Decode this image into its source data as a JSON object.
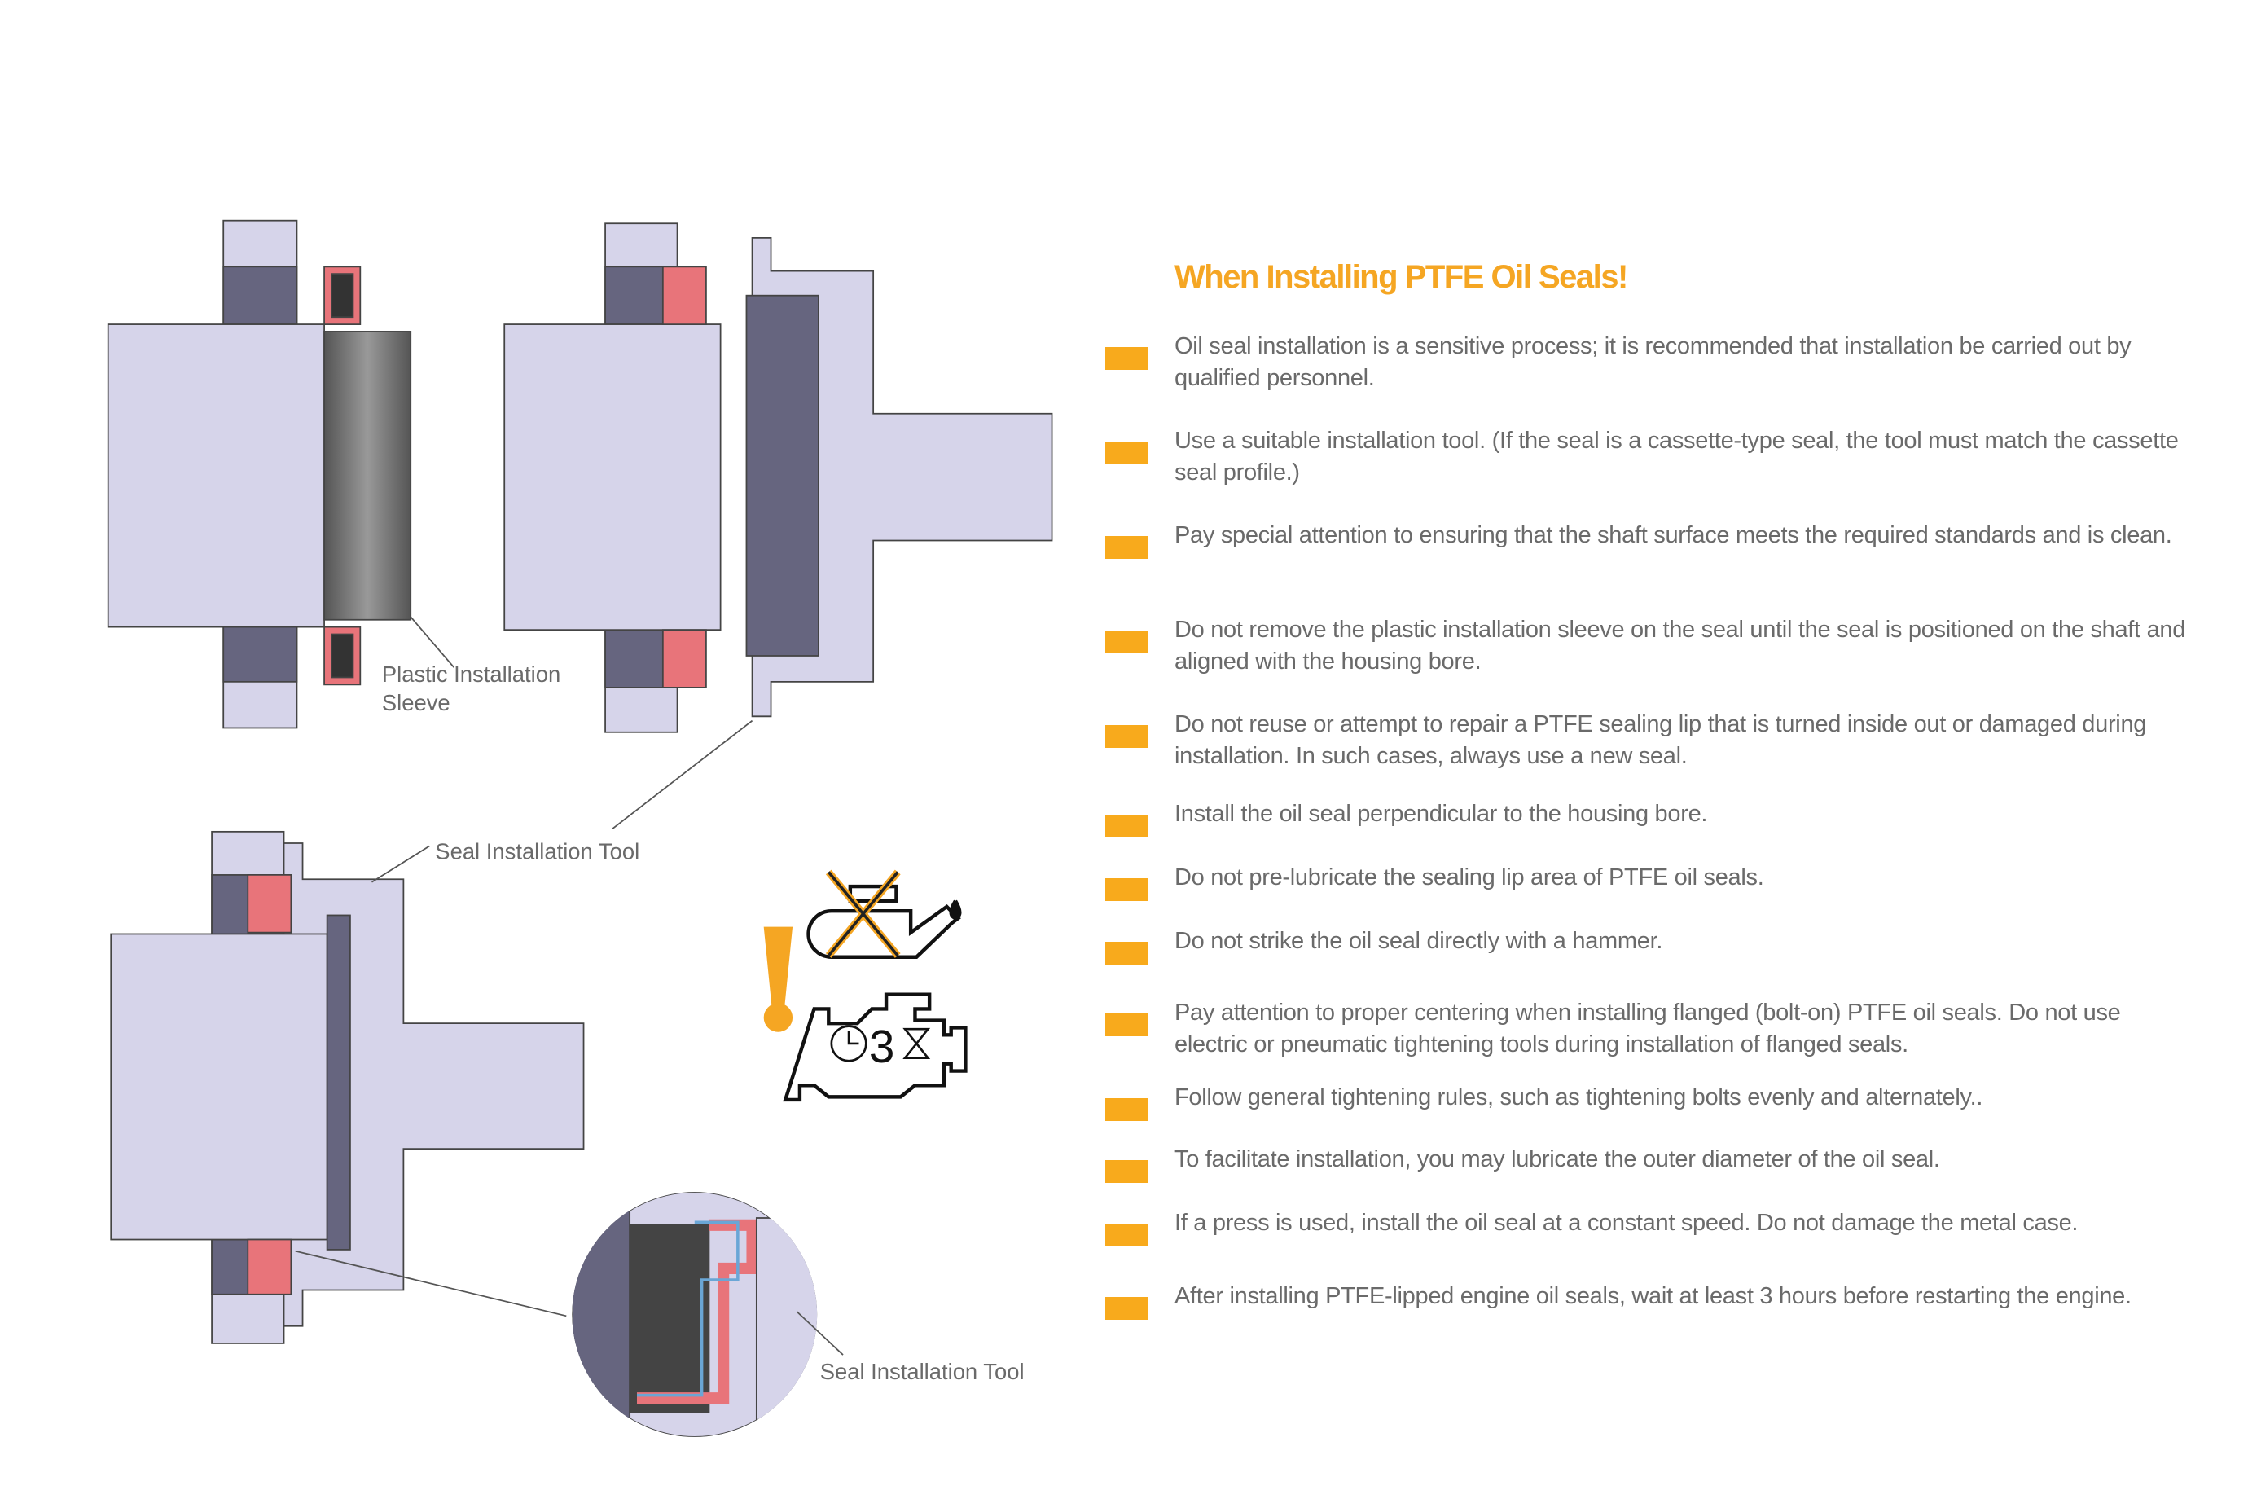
{
  "heading": "When Installing PTFE Oil Seals!",
  "items": [
    "Oil seal installation is a sensitive process; it is recommended that installation be carried out by qualified personnel.",
    "Use a suitable installation tool. (If the seal is a cassette-type seal, the tool must match the cassette seal profile.)",
    "Pay special attention to ensuring that the shaft surface meets the required standards and is clean.",
    "Do not remove the plastic installation sleeve on the seal until the seal is positioned on the shaft and aligned with the housing bore.",
    "Do not reuse or attempt to repair a PTFE sealing lip that is turned inside out or damaged during installation. In such cases, always use a new seal.",
    "Install the oil seal perpendicular to the housing bore.",
    "Do not pre-lubricate the sealing lip area of PTFE oil seals.",
    "Do not strike the oil seal directly with a hammer.",
    "Pay attention to proper centering when installing flanged (bolt-on) PTFE oil seals. Do not use electric or pneumatic tightening tools during installation of flanged seals.",
    "Follow general tightening rules, such as tightening bolts evenly and alternately..",
    "To facilitate installation, you may lubricate the outer diameter of the oil seal.",
    "If a press is used, install the oil seal at a constant speed. Do not damage the metal case.",
    "After installing PTFE-lipped engine oil seals, wait at least 3 hours before restarting the engine."
  ],
  "labels": {
    "sleeve_line1": "Plastic Installation",
    "sleeve_line2": "Sleeve",
    "tool_top": "Seal Installation Tool",
    "tool_detail": "Seal Installation Tool",
    "wait_hours": "3"
  },
  "colors": {
    "accent": "#f8aa1c",
    "part": "#d6d4ea",
    "seal": "#e8747a"
  }
}
